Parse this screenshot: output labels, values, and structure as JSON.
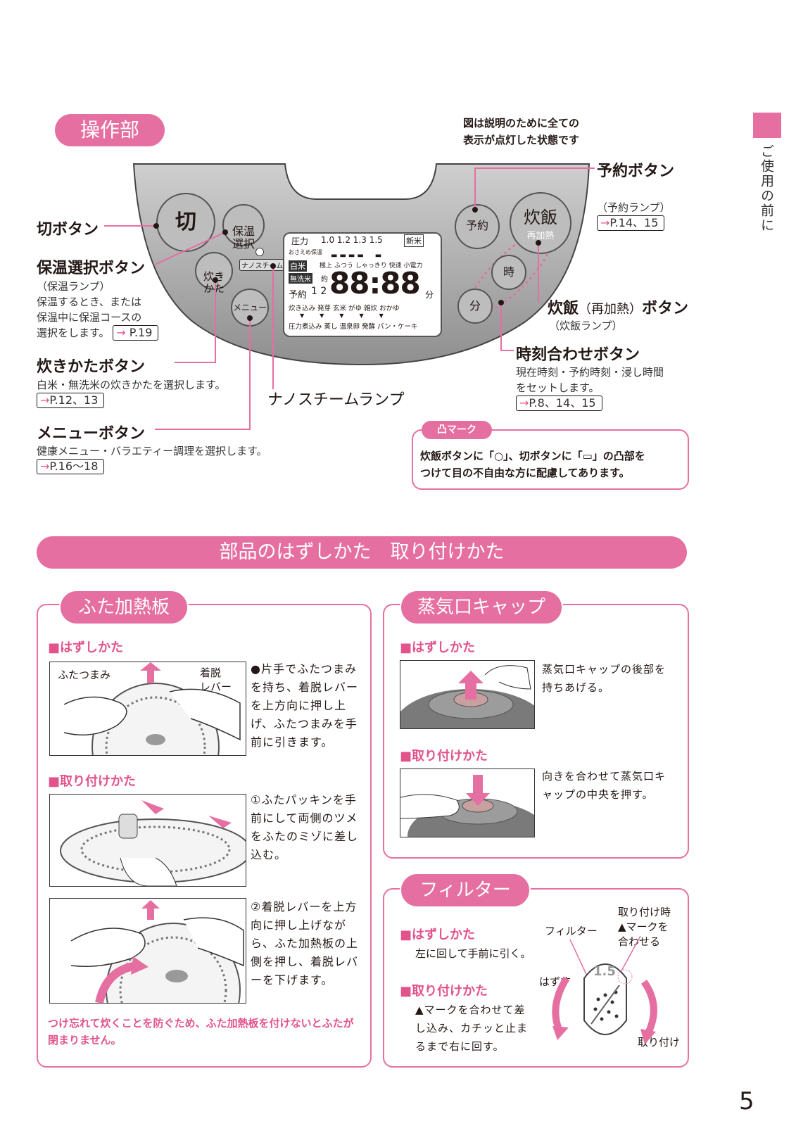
{
  "side_tab": "ご使用の前に",
  "page_number": "5",
  "controls": {
    "title": "操作部",
    "note_line1": "図は説明のために全ての",
    "note_line2": "表示が点灯した状態です",
    "panel": {
      "off_btn": "切",
      "keep_warm_btn": "保温\n選択",
      "cook_style_btn": "炊き\nかた",
      "menu_btn": "メニュー",
      "nano_label": "ナノスチーム",
      "reserve_btn": "予約",
      "cook_btn_main": "炊飯",
      "cook_btn_sub": "再加熱",
      "hour_btn": "時",
      "minute_btn": "分",
      "lcd": {
        "pressure": "圧力",
        "pressure_values": "1.0 1.2 1.3 1.5",
        "new_rice": "新米",
        "okaeme": "おさえめ保温",
        "white_rice": "白米",
        "wash_free": "無洗米",
        "row1": "極上 ふつう しゃっきり 快速 小電力",
        "approx": "約",
        "reserve": "予約",
        "reserve_nums": "1 2",
        "time": "88:88",
        "minutes": "分",
        "row3": "炊き込み 発芽 玄米 がゆ 雑炊 おかゆ",
        "row4": "圧力煮込み 蒸し 温泉卵 発酵 パン・ケーキ"
      }
    },
    "callouts": {
      "off": "切ボタン",
      "keep_warm": "保温選択ボタン",
      "keep_warm_sub": "（保温ランプ）",
      "keep_warm_desc1": "保温するとき、または",
      "keep_warm_desc2": "保温中に保温コースの",
      "keep_warm_desc3": "選択をします。",
      "keep_warm_ref": "P.19",
      "cook_style": "炊きかたボタン",
      "cook_style_desc": "白米・無洗米の炊きかたを選択します。",
      "cook_style_ref": "P.12、13",
      "menu": "メニューボタン",
      "menu_desc": "健康メニュー・バラエティー調理を選択します。",
      "menu_ref": "P.16〜18",
      "nano": "ナノスチームランプ",
      "reserve": "予約ボタン",
      "reserve_sub": "（予約ランプ）",
      "reserve_ref": "P.14、15",
      "cook": "炊飯",
      "cook_paren": "（再加熱）",
      "cook_tail": "ボタン",
      "cook_sub": "（炊飯ランプ）",
      "clock": "時刻合わせボタン",
      "clock_desc1": "現在時刻・予約時刻・浸し時間",
      "clock_desc2": "をセットします。",
      "clock_ref": "P.8、14、15"
    },
    "bump": {
      "title": "凸マーク",
      "line1": "炊飯ボタンに「○」、切ボタンに「▭」の凸部を",
      "line2": "つけて目の不自由な方に配慮してあります。"
    }
  },
  "parts": {
    "banner": "部品のはずしかた　取り付けかた",
    "lid": {
      "title": "ふた加熱板",
      "remove_head": "はずしかた",
      "label_knob": "ふたつまみ",
      "label_lever1": "着脱",
      "label_lever2": "レバー",
      "remove_text": "●片手でふたつまみを持ち、着脱レバーを上方向に押し上げ、ふたつまみを手前に引きます。",
      "attach_head": "取り付けかた",
      "attach_step1": "①ふたパッキンを手前にして両側のツメをふたのミゾに差し込む。",
      "attach_step2": "②着脱レバーを上方向に押し上げながら、ふた加熱板の上側を押し、着脱レバーを下げます。",
      "warning": "つけ忘れて炊くことを防ぐため、ふた加熱板を付けないとふたが閉まりません。"
    },
    "steam": {
      "title": "蒸気口キャップ",
      "remove_head": "はずしかた",
      "remove_text": "蒸気口キャップの後部を持ちあげる。",
      "attach_head": "取り付けかた",
      "attach_text": "向きを合わせて蒸気口キャップの中央を押す。"
    },
    "filter": {
      "title": "フィルター",
      "remove_head": "はずしかた",
      "remove_text": "左に回して手前に引く。",
      "attach_head": "取り付けかた",
      "attach_text": "▲マークを合わせて差し込み、カチッと止まるまで右に回す。",
      "label_filter": "フィルター",
      "label_attach_when1": "取り付け時",
      "label_attach_when2": "▲マークを",
      "label_attach_when3": "合わせる",
      "label_remove": "はずす",
      "label_attach": "取り付け",
      "mark_value": "1.5"
    }
  }
}
